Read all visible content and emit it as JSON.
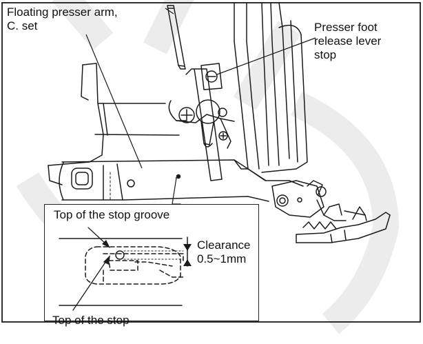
{
  "labels": {
    "floating_arm_line1": "Floating presser arm,",
    "floating_arm_line2": "C. set",
    "release_stop_line1": "Presser foot",
    "release_stop_line2": "release lever",
    "release_stop_line3": "stop",
    "stop_groove": "Top of the stop groove",
    "clearance_line1": "Clearance",
    "clearance_line2": "0.5~1mm",
    "stop": "Top of the stop"
  },
  "colors": {
    "ink": "#1a1a1a",
    "watermark": "#e9e9e9",
    "background": "#ffffff"
  }
}
